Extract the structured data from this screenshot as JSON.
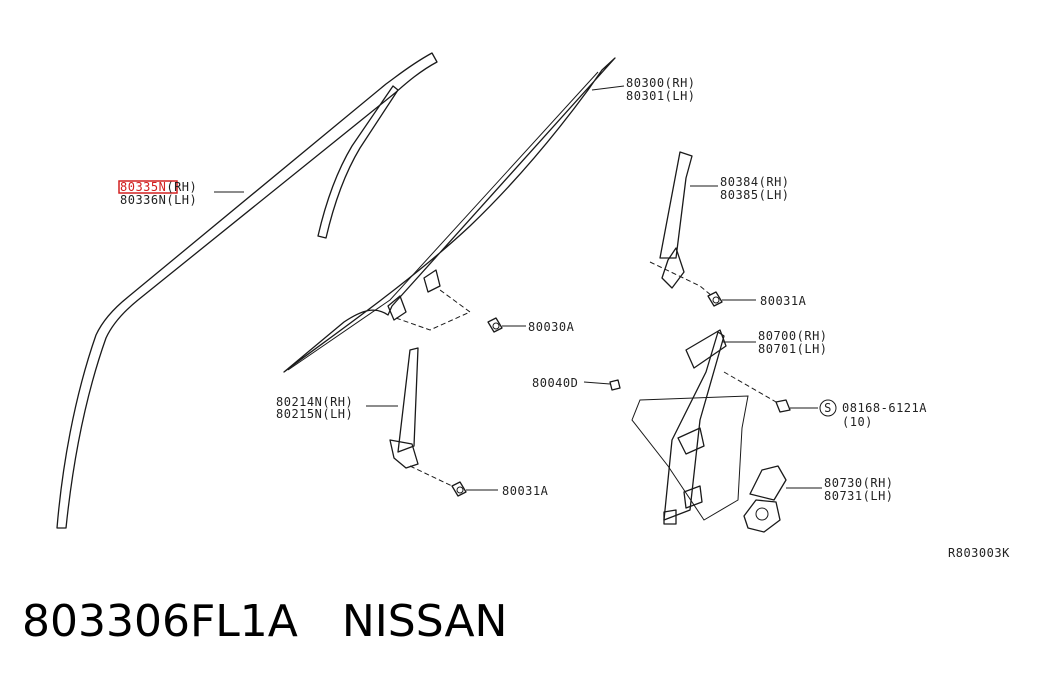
{
  "diagram": {
    "callouts": [
      {
        "id": "80335N",
        "part": "80335N",
        "side": "(RH)",
        "highlighted": true
      },
      {
        "id": "80336N",
        "part": "80336N",
        "side": "(LH)"
      },
      {
        "id": "80300",
        "part": "80300",
        "side": "(RH)"
      },
      {
        "id": "80301",
        "part": "80301",
        "side": "(LH)"
      },
      {
        "id": "80384",
        "part": "80384",
        "side": "(RH)"
      },
      {
        "id": "80385",
        "part": "80385",
        "side": "(LH)"
      },
      {
        "id": "80031A_top",
        "part": "80031A",
        "side": ""
      },
      {
        "id": "80030A",
        "part": "80030A",
        "side": ""
      },
      {
        "id": "80700",
        "part": "80700",
        "side": "(RH)"
      },
      {
        "id": "80701",
        "part": "80701",
        "side": "(LH)"
      },
      {
        "id": "80040D",
        "part": "80040D",
        "side": ""
      },
      {
        "id": "08168",
        "part": "08168-6121A",
        "side": ""
      },
      {
        "id": "qty10",
        "part": "(10)",
        "side": ""
      },
      {
        "id": "80214N",
        "part": "80214N",
        "side": "(RH)"
      },
      {
        "id": "80215N",
        "part": "80215N",
        "side": "(LH)"
      },
      {
        "id": "80730",
        "part": "80730",
        "side": "(RH)"
      },
      {
        "id": "80731",
        "part": "80731",
        "side": "(LH)"
      },
      {
        "id": "80031A_bottom",
        "part": "80031A",
        "side": ""
      }
    ],
    "screw_symbol": "S",
    "diagram_code": "R803003K",
    "highlight_color": "#d22020"
  },
  "footer": {
    "part_number": "803306FL1A",
    "brand": "NISSAN"
  }
}
